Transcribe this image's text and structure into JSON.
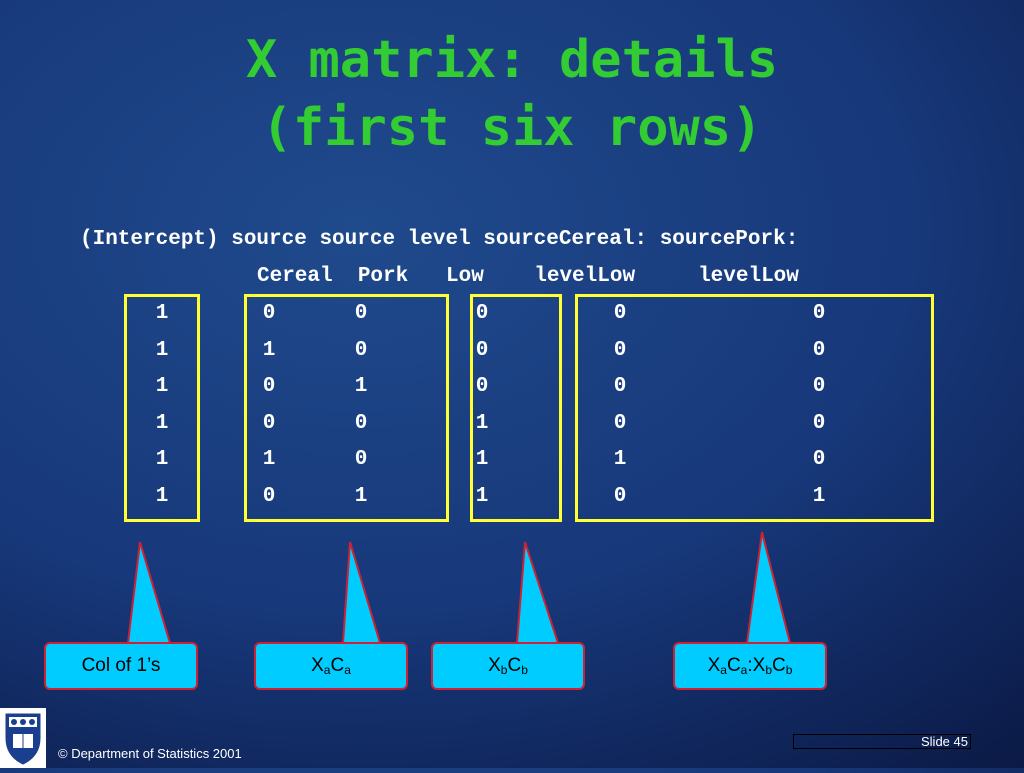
{
  "title": {
    "line1": "X matrix: details",
    "line2": "(first six rows)"
  },
  "table": {
    "header_row1": "(Intercept) source source level sourceCereal: sourcePork:",
    "header_row2": "Cereal  Pork   Low    levelLow     levelLow",
    "columns": {
      "intercept": [
        "1",
        "1",
        "1",
        "1",
        "1",
        "1"
      ],
      "source_cereal": [
        "0",
        "1",
        "0",
        "0",
        "1",
        "0"
      ],
      "source_pork": [
        "0",
        "0",
        "1",
        "0",
        "0",
        "1"
      ],
      "level_low": [
        "0",
        "0",
        "0",
        "1",
        "1",
        "1"
      ],
      "cereal_levellow": [
        "0",
        "0",
        "0",
        "0",
        "1",
        "0"
      ],
      "pork_levellow": [
        "0",
        "0",
        "0",
        "0",
        "0",
        "1"
      ]
    }
  },
  "callouts": {
    "col_of_ones": "Col of 1’s",
    "xa_ca": {
      "X": "X",
      "a": "a",
      "C": "C"
    },
    "xb_cb": {
      "X": "X",
      "b": "b",
      "C": "C"
    },
    "interaction": {
      "X": "X",
      "a": "a",
      "C": "C",
      "colon": ":",
      "b": "b"
    }
  },
  "footer": {
    "copyright": "© Department of Statistics 2001",
    "slide": "Slide 45"
  },
  "colors": {
    "title": "#33cc33",
    "box_border": "#ffff33",
    "callout_fill": "#00ccff",
    "callout_border": "#cc2233"
  }
}
